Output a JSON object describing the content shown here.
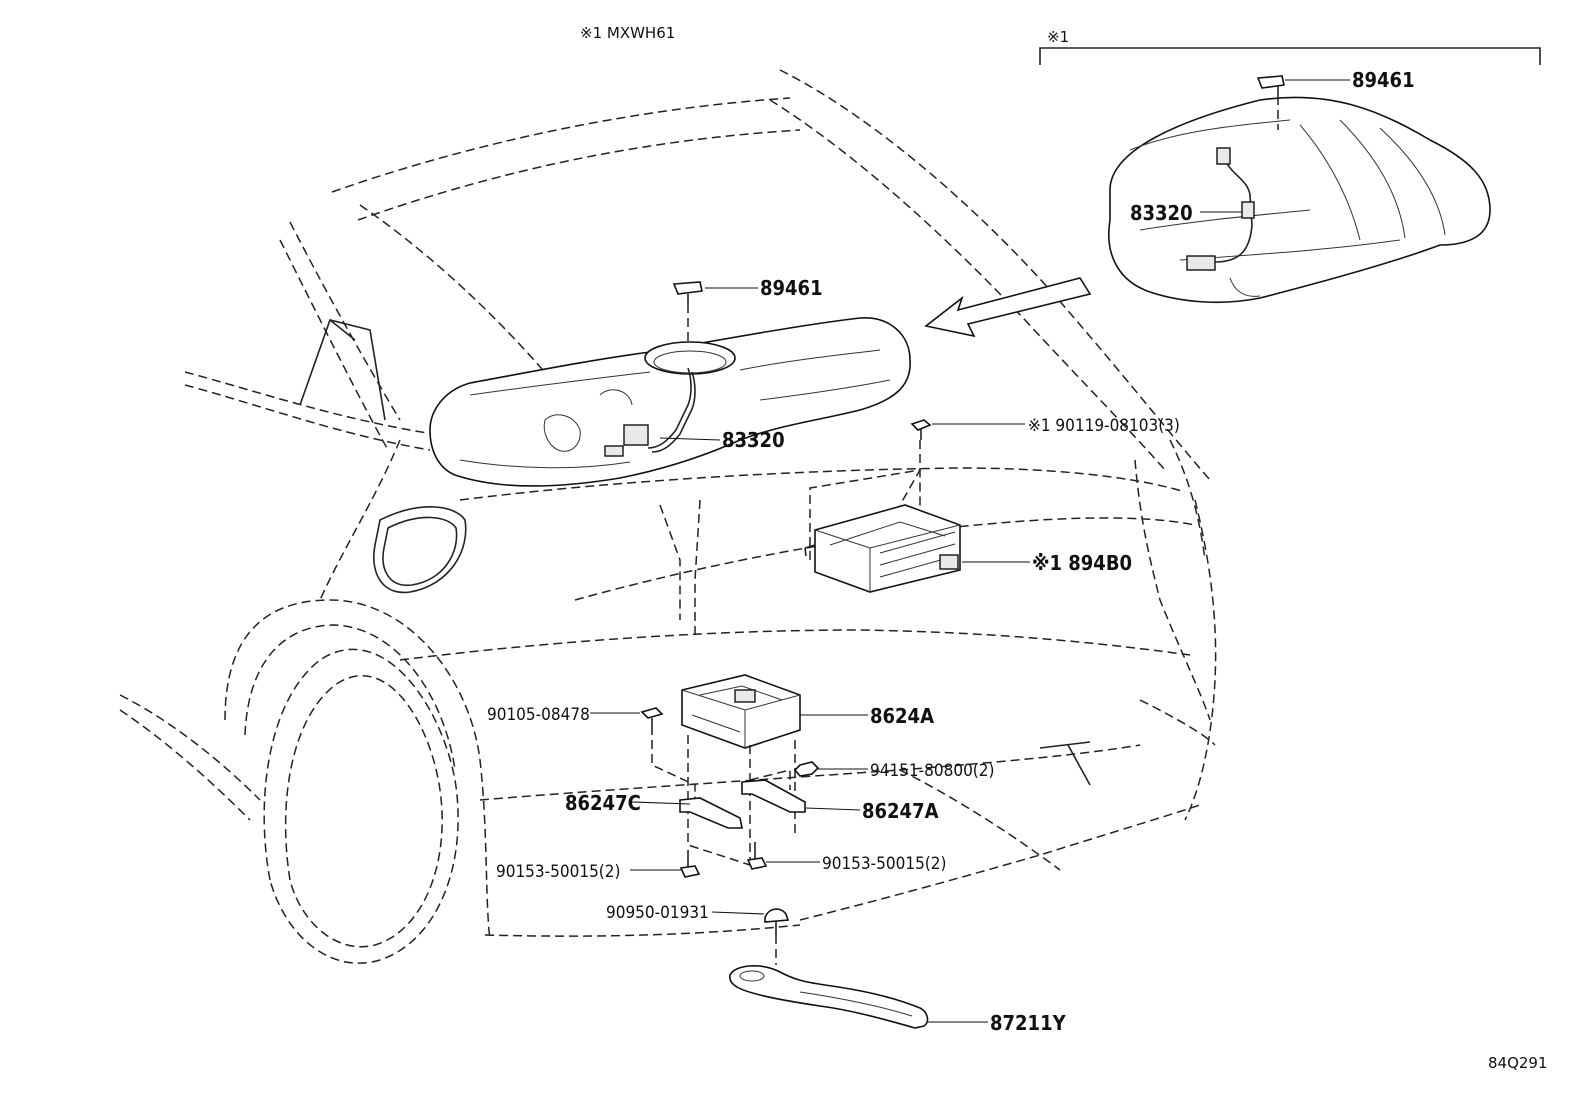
{
  "header": {
    "variant_note": "※1 MXWH61",
    "inset_note": "※1"
  },
  "footer": {
    "illustration_code": "84Q291"
  },
  "callouts": {
    "sensor_top_inset": "89461",
    "harness_inset": "83320",
    "sensor_main": "89461",
    "harness_main": "83320",
    "bolt_90119": "※1 90119-08103(3)",
    "ecu_894b0": "※1 894B0",
    "ecu_8624a": "8624A",
    "bolt_90105": "90105-08478",
    "nut_94151": "94151-80800(2)",
    "bracket_86247c": "86247C",
    "bracket_86247a": "86247A",
    "bolt_90153_left": "90153-50015(2)",
    "bolt_90153_right": "90153-50015(2)",
    "clip_90950": "90950-01931",
    "duct_87211y": "87211Y"
  },
  "colors": {
    "line": "#222222",
    "background": "#ffffff"
  }
}
